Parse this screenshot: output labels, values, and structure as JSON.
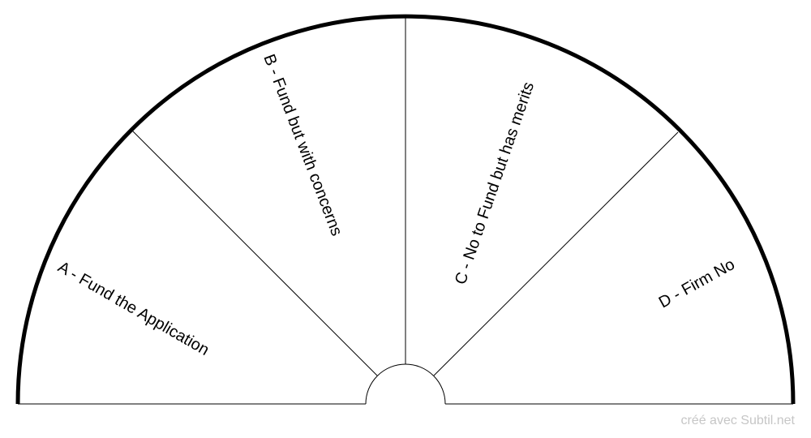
{
  "segments": [
    {
      "label": "A - Fund the Application"
    },
    {
      "label": "B - Fund but with concerns"
    },
    {
      "label": "C - No to Fund but has merits"
    },
    {
      "label": "D -  Firm No"
    }
  ],
  "footer": {
    "credit": "créé avec Subtil.net"
  },
  "colors": {
    "outline": "#000000",
    "credit_text": "#c6c6c6",
    "background": "#ffffff"
  }
}
